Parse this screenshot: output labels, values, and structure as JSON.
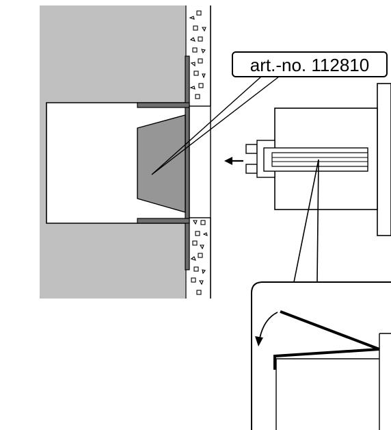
{
  "callout": {
    "label": "art.-no. 112810"
  },
  "colors": {
    "wall": "#c0c0c0",
    "part": "#969696",
    "flange": "#6e6e6e",
    "line": "#000000",
    "background": "#ffffff"
  },
  "icons": {
    "removal-arrow": "left-arrow",
    "rotation-arrow": "curved-arrow"
  }
}
